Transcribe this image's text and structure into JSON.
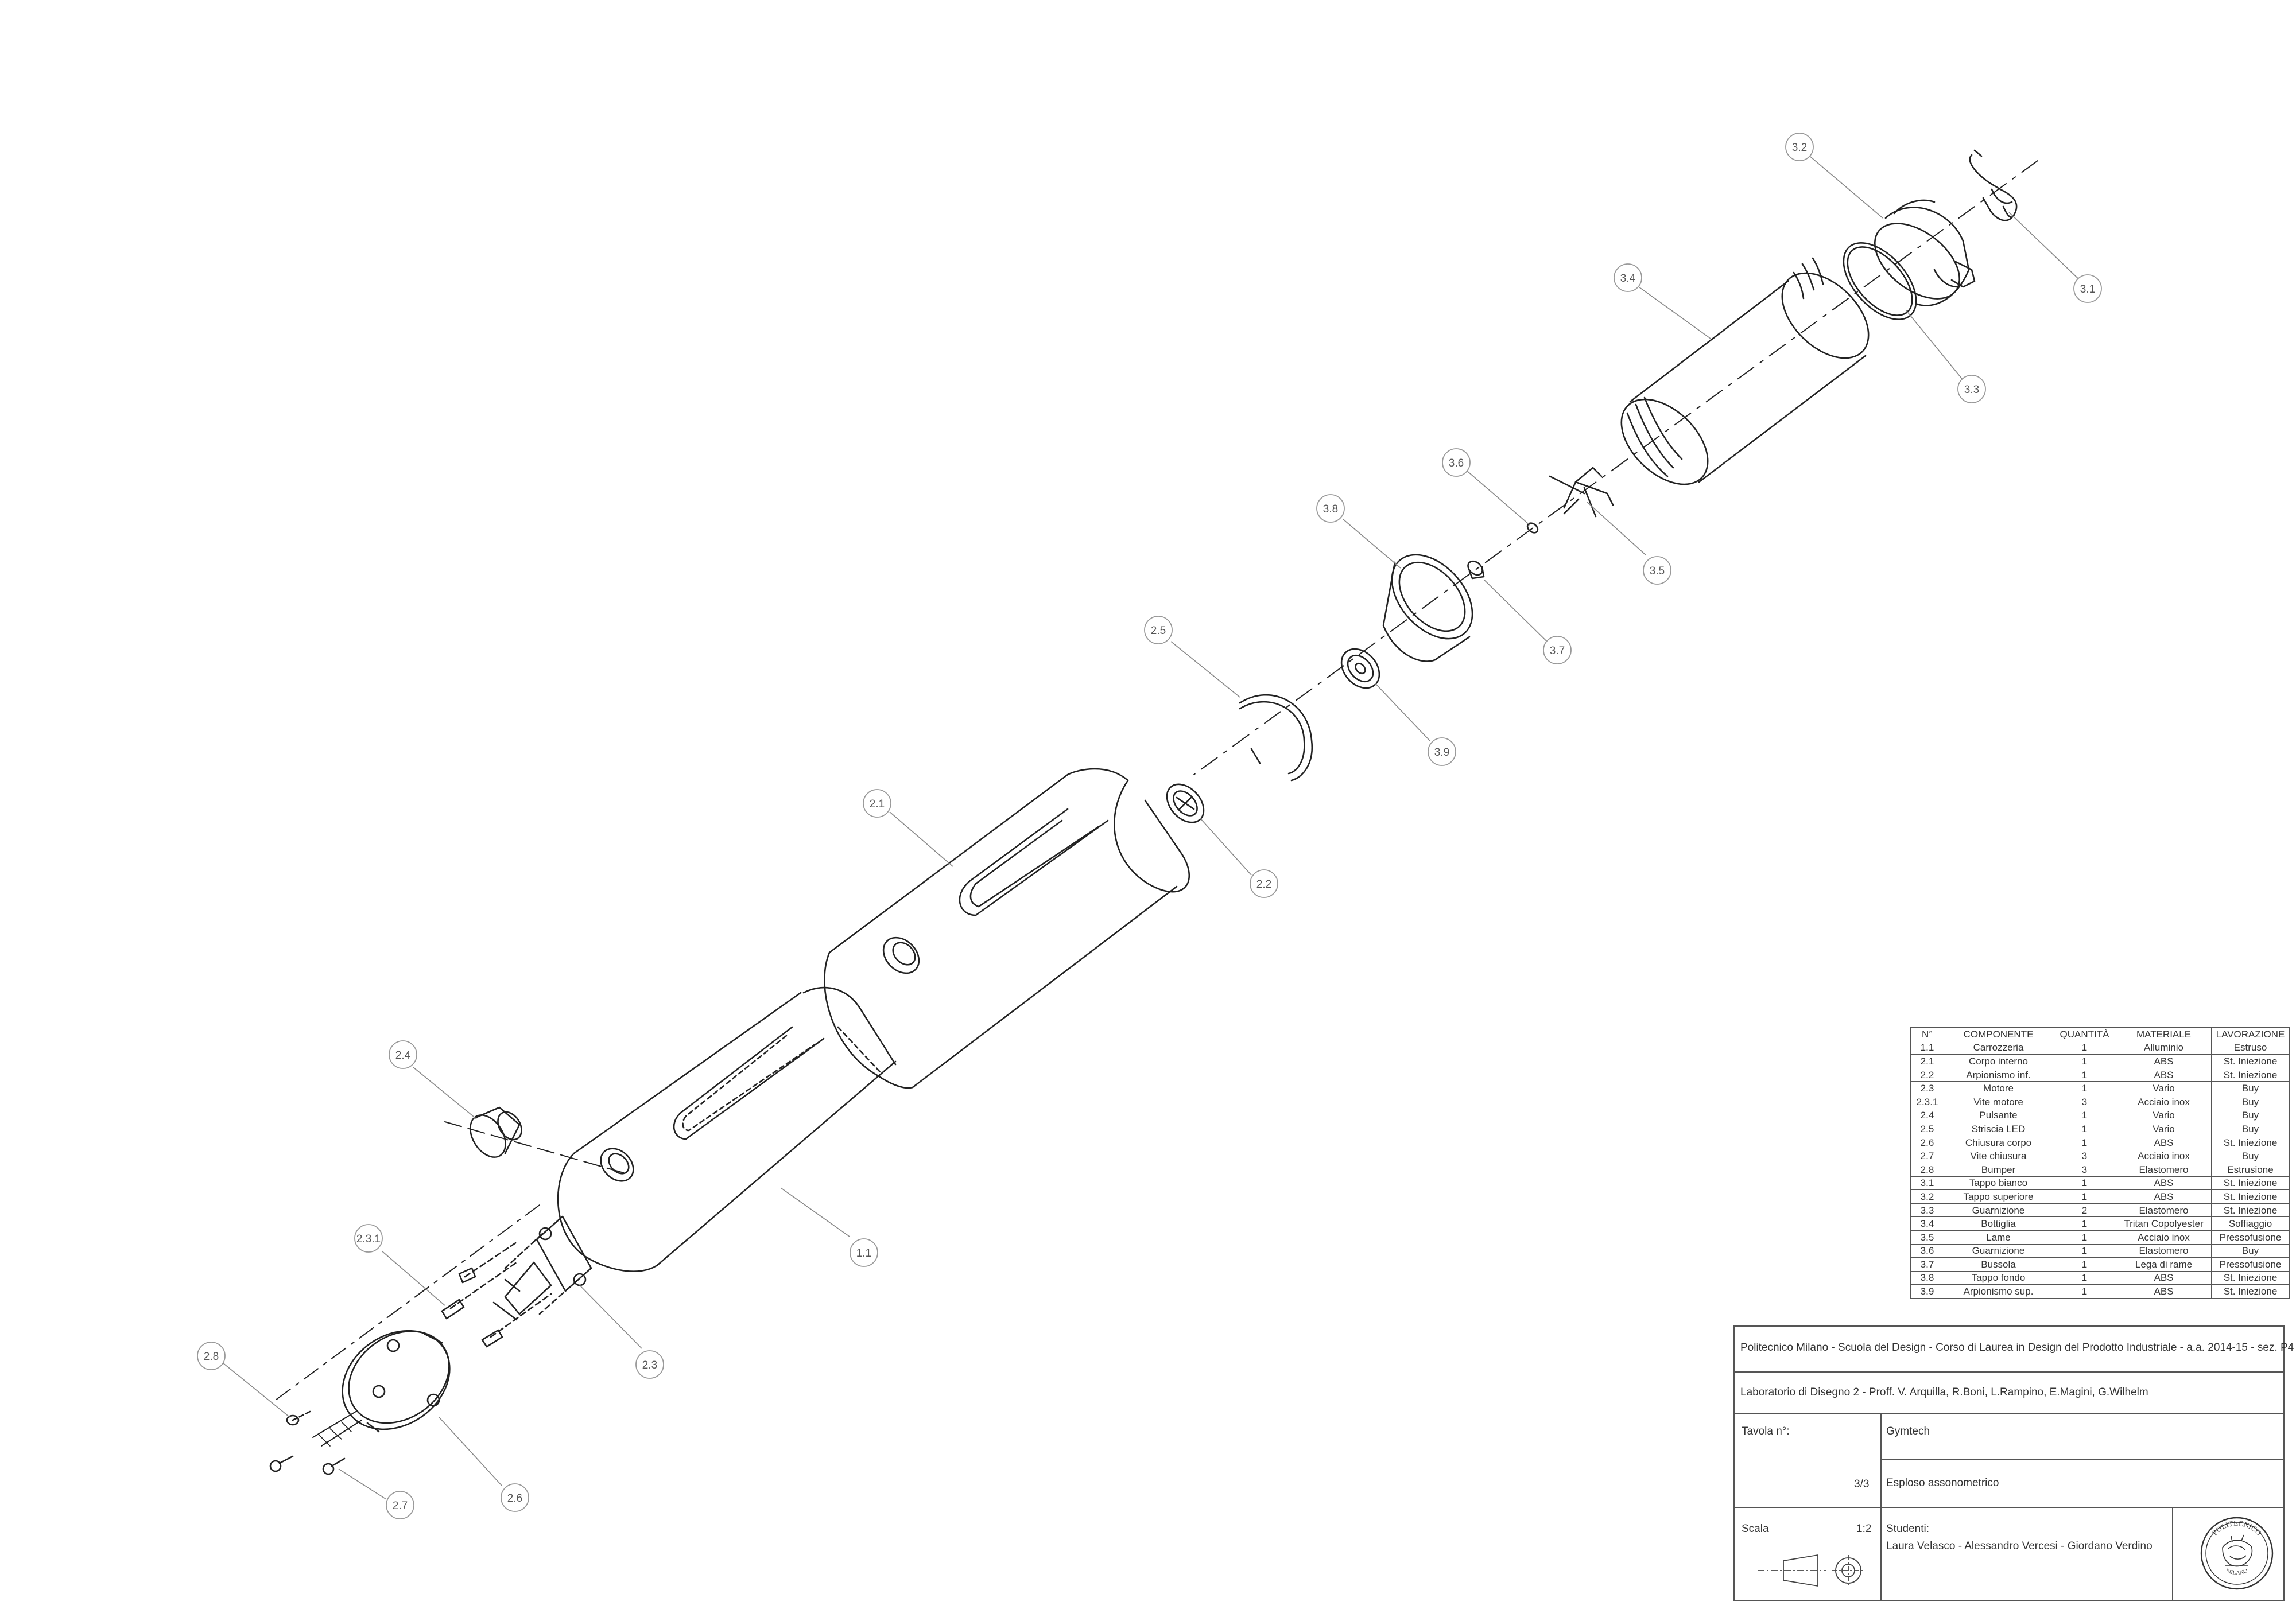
{
  "callouts": [
    {
      "label": "3.2"
    },
    {
      "label": "3.1"
    },
    {
      "label": "3.4"
    },
    {
      "label": "3.3"
    },
    {
      "label": "3.6"
    },
    {
      "label": "3.5"
    },
    {
      "label": "3.8"
    },
    {
      "label": "3.7"
    },
    {
      "label": "2.5"
    },
    {
      "label": "3.9"
    },
    {
      "label": "2.1"
    },
    {
      "label": "2.2"
    },
    {
      "label": "2.4"
    },
    {
      "label": "1.1"
    },
    {
      "label": "2.3.1"
    },
    {
      "label": "2.3"
    },
    {
      "label": "2.8"
    },
    {
      "label": "2.6"
    },
    {
      "label": "2.7"
    }
  ],
  "bom": {
    "headers": [
      "N°",
      "COMPONENTE",
      "QUANTITÀ",
      "MATERIALE",
      "LAVORAZIONE"
    ],
    "rows": [
      [
        "1.1",
        "Carrozzeria",
        "1",
        "Alluminio",
        "Estruso"
      ],
      [
        "2.1",
        "Corpo interno",
        "1",
        "ABS",
        "St. Iniezione"
      ],
      [
        "2.2",
        "Arpionismo inf.",
        "1",
        "ABS",
        "St. Iniezione"
      ],
      [
        "2.3",
        "Motore",
        "1",
        "Vario",
        "Buy"
      ],
      [
        "2.3.1",
        "Vite motore",
        "3",
        "Acciaio inox",
        "Buy"
      ],
      [
        "2.4",
        "Pulsante",
        "1",
        "Vario",
        "Buy"
      ],
      [
        "2.5",
        "Striscia LED",
        "1",
        "Vario",
        "Buy"
      ],
      [
        "2.6",
        "Chiusura corpo",
        "1",
        "ABS",
        "St. Iniezione"
      ],
      [
        "2.7",
        "Vite chiusura",
        "3",
        "Acciaio inox",
        "Buy"
      ],
      [
        "2.8",
        "Bumper",
        "3",
        "Elastomero",
        "Estrusione"
      ],
      [
        "3.1",
        "Tappo bianco",
        "1",
        "ABS",
        "St. Iniezione"
      ],
      [
        "3.2",
        "Tappo superiore",
        "1",
        "ABS",
        "St. Iniezione"
      ],
      [
        "3.3",
        "Guarnizione",
        "2",
        "Elastomero",
        "St. Iniezione"
      ],
      [
        "3.4",
        "Bottiglia",
        "1",
        "Tritan Copolyester",
        "Soffiaggio"
      ],
      [
        "3.5",
        "Lame",
        "1",
        "Acciaio inox",
        "Pressofusione"
      ],
      [
        "3.6",
        "Guarnizione",
        "1",
        "Elastomero",
        "Buy"
      ],
      [
        "3.7",
        "Bussola",
        "1",
        "Lega di rame",
        "Pressofusione"
      ],
      [
        "3.8",
        "Tappo fondo",
        "1",
        "ABS",
        "St. Iniezione"
      ],
      [
        "3.9",
        "Arpionismo sup.",
        "1",
        "ABS",
        "St. Iniezione"
      ]
    ]
  },
  "title_block": {
    "institution": "Politecnico Milano - Scuola del Design - Corso di Laurea in Design del Prodotto Industriale - a.a. 2014-15 - sez. P4",
    "course": "Laboratorio di Disegno 2 - Proff. V. Arquilla, R.Boni, L.Rampino, E.Magini, G.Wilhelm",
    "tavola_label": "Tavola n°:",
    "tavola_value": "3/3",
    "project": "Gymtech",
    "view": "Esploso assonometrico",
    "scala_label": "Scala",
    "scala_value": "1:2",
    "students_label": "Studenti:",
    "students": "Laura Velasco - Alessandro Vercesi - Giordano Verdino",
    "seal_text": "POLITECNICO",
    "seal_text2": "MILANO"
  }
}
